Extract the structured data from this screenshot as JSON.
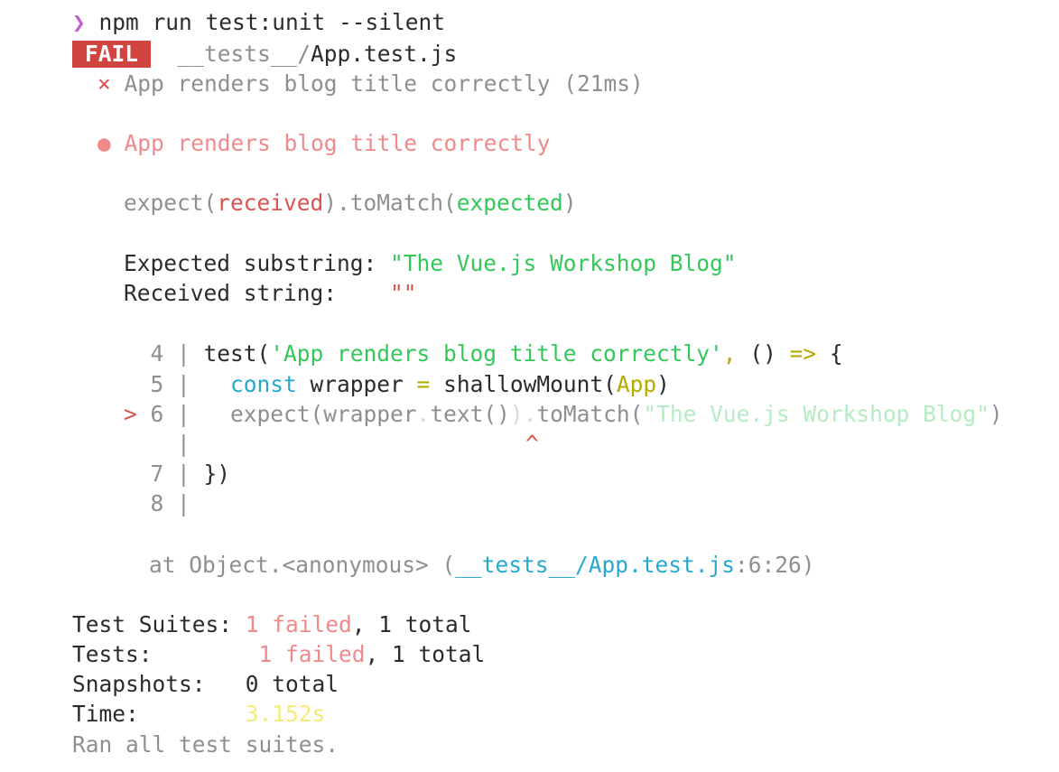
{
  "command": {
    "prompt_glyph": "❯",
    "text": "npm run test:unit --silent"
  },
  "suite": {
    "status_badge": "FAIL",
    "path_dir": "__tests__/",
    "path_file": "App.test.js"
  },
  "test_result": {
    "mark": "×",
    "name_and_time": "App renders blog title correctly (21ms)"
  },
  "failure": {
    "bullet": "●",
    "title": "App renders blog title correctly",
    "matcher": {
      "expect": "expect(",
      "received": "received",
      "mid": ").toMatch(",
      "expected": "expected",
      "close": ")"
    },
    "expected_label": "Expected substring: ",
    "expected_value": "\"The Vue.js Workshop Blog\"",
    "received_label": "Received string:    ",
    "received_value": "\"\"",
    "code": {
      "l4_num": "  4 | ",
      "l4_a": "test(",
      "l4_str": "'App renders blog title correctly'",
      "l4_b": ", ",
      "l4_c": "() ",
      "l4_arrow": "=>",
      "l4_d": " {",
      "l5_num": "  5 |   ",
      "l5_kw": "const",
      "l5_a": " wrapper ",
      "l5_eq": "=",
      "l5_b": " shallowMount(",
      "l5_app": "App",
      "l5_c": ")",
      "l6_marker": ">",
      "l6_num": " 6 |   ",
      "l6_a": "expect(wrapper",
      "l6_dot": ".",
      "l6_b": "text()",
      "l6_c": ").",
      "l6_d": "toMatch(",
      "l6_str": "\"The Vue.js Workshop Blog\"",
      "l6_e": ")",
      "caret_pipe": "    |",
      "caret": "^",
      "l7_num": "  7 | ",
      "l7_code": "})",
      "l8_num": "  8 |"
    },
    "stack_prefix": "at Object.<anonymous> (",
    "stack_path": "__tests__/App.test.js",
    "stack_loc": ":6:26",
    "stack_close": ")"
  },
  "summary": {
    "suites_label": "Test Suites: ",
    "suites_failed": "1 failed",
    "suites_total": ", 1 total",
    "tests_label": "Tests:        ",
    "tests_failed": "1 failed",
    "tests_total": ", 1 total",
    "snapshots_label": "Snapshots:   ",
    "snapshots_value": "0 total",
    "time_label": "Time:        ",
    "time_value": "3.152s",
    "footer": "Ran all test suites."
  },
  "colors": {
    "fail_badge": "#d2443f",
    "failed_count": "#f08a8a",
    "expected_green": "#34c759",
    "path_cyan": "#28a8cf",
    "time_yellow": "#f3ec7a"
  }
}
